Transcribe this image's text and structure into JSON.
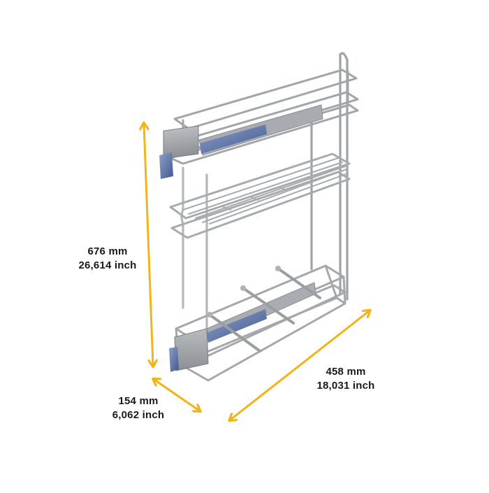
{
  "product": {
    "name": "pull-out wire basket",
    "levels": 3,
    "finish_color": "#c8c8c8",
    "slide_color": "#5a72a8"
  },
  "dimensions": {
    "accent_color": "#f2b418",
    "height": {
      "mm": "676 mm",
      "inch": "26,614 inch"
    },
    "length": {
      "mm": "458 mm",
      "inch": "18,031 inch"
    },
    "width": {
      "mm": "154 mm",
      "inch": "6,062 inch"
    }
  }
}
